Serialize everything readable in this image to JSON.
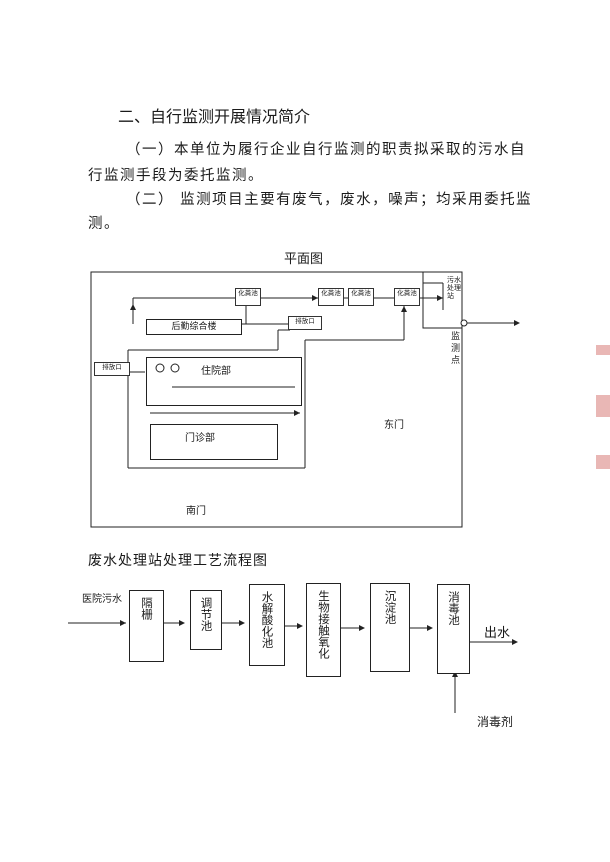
{
  "section_heading": "二、自行监测开展情况简介",
  "paragraphs": [
    {
      "line1": "（一）本单位为履行企业自行监测的职责拟采取的污水自",
      "line2": "行监测手段为委托监测。"
    },
    {
      "line1": "（二） 监测项目主要有废气，废水，噪声；均采用委托监",
      "line2": "测。"
    }
  ],
  "site_plan": {
    "title": "平面图",
    "septic_tank": "化粪池",
    "building_logistics": "后勤综合楼",
    "building_inpatient": "住院部",
    "building_outpatient": "门诊部",
    "outlet": "排放口",
    "station": "污水处理站",
    "monitor_point": "监测点",
    "east_gate": "东门",
    "south_gate": "南门"
  },
  "flow_chart": {
    "title": "废水处理站处理工艺流程图",
    "input_label": "医院污水",
    "steps": [
      "隔栅",
      "调节池",
      "水解酸化池",
      "生物接触氧化",
      "沉淀池",
      "消毒池"
    ],
    "output_label": "出水",
    "reagent_label": "消毒剂"
  },
  "colors": {
    "stamp": "#e9b7b5",
    "ink": "#1a1a1a"
  }
}
